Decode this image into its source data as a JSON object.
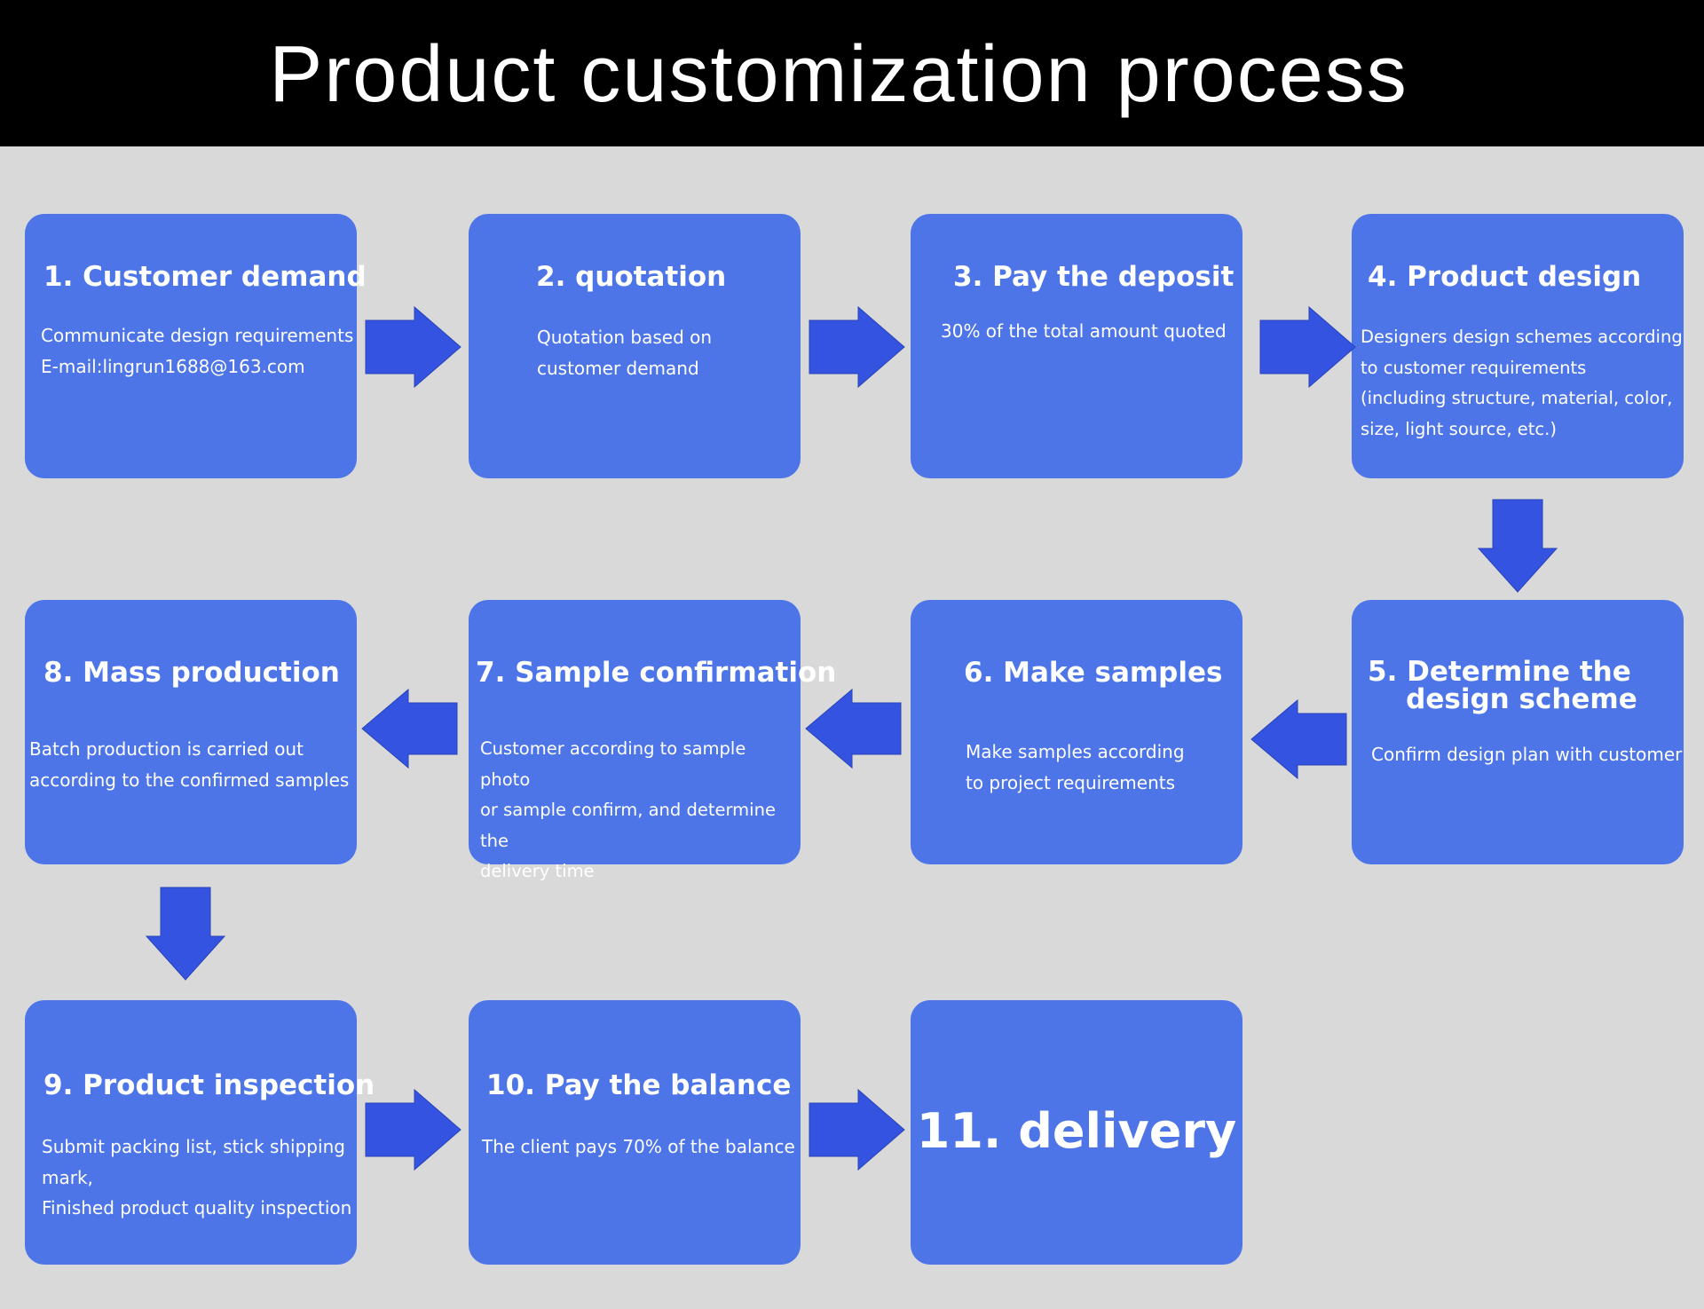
{
  "header": {
    "title": "Product customization process"
  },
  "steps": [
    {
      "title": "1. Customer demand",
      "desc": "Communicate design requirements\nE-mail:lingrun1688@163.com"
    },
    {
      "title": "2. quotation",
      "desc": "Quotation based on\ncustomer demand"
    },
    {
      "title": "3. Pay the deposit",
      "desc": "30% of the total amount quoted"
    },
    {
      "title": "4. Product design",
      "desc": "Designers design schemes according\nto customer requirements\n(including structure, material, color,\nsize, light source, etc.)"
    },
    {
      "title": "5. Determine the\n    design scheme",
      "desc": "Confirm design plan with customer"
    },
    {
      "title": "6. Make samples",
      "desc": "Make samples according\nto project requirements"
    },
    {
      "title": "7. Sample confirmation",
      "desc": "Customer according to sample photo\nor sample confirm, and determine the\ndelivery time"
    },
    {
      "title": "8. Mass production",
      "desc": "Batch production is carried out\naccording to the confirmed samples"
    },
    {
      "title": "9. Product inspection",
      "desc": "Submit packing list, stick shipping\nmark,\nFinished product quality inspection"
    },
    {
      "title": "10. Pay the balance",
      "desc": "The client pays 70% of the balance"
    },
    {
      "title": "11. delivery"
    }
  ],
  "colors": {
    "box": "#4d75e8",
    "arrow": "#3453e0",
    "background": "#d9d9d9",
    "header": "#000000"
  }
}
